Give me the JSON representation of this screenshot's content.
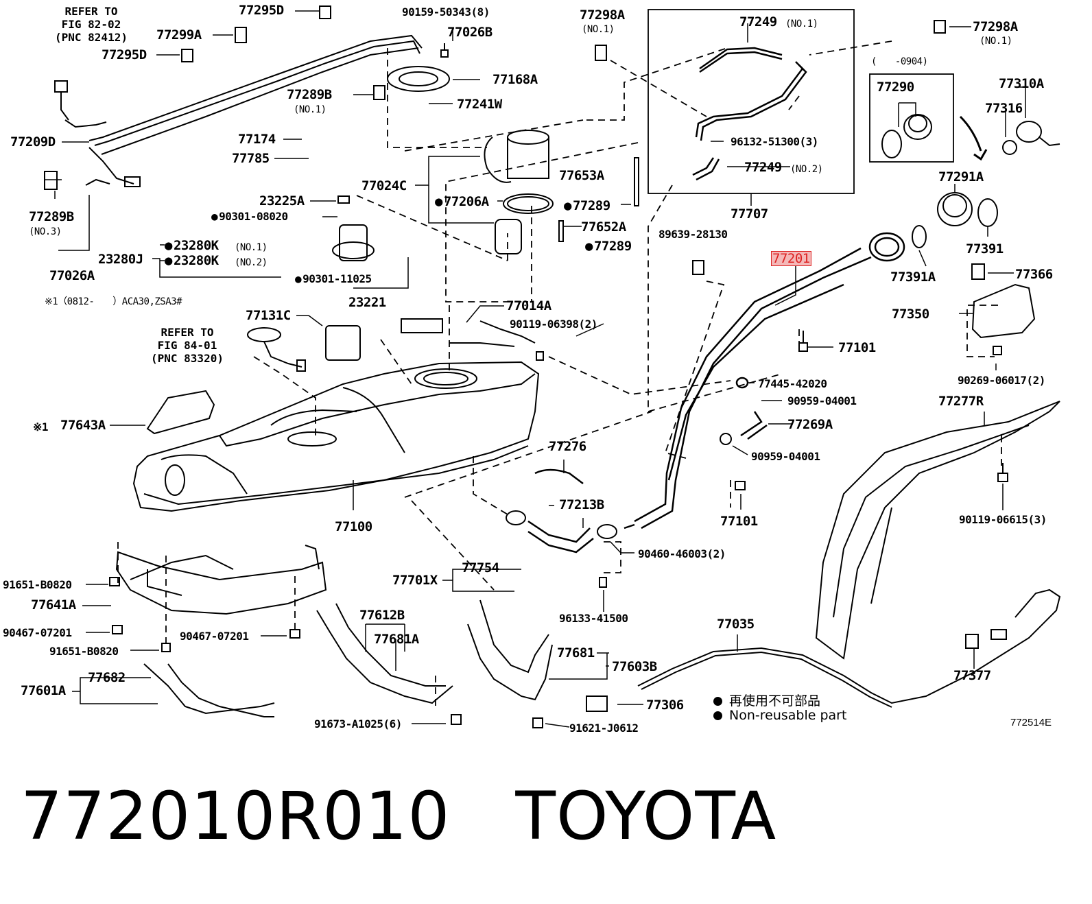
{
  "diagram": {
    "refs": {
      "ref1": [
        "REFER TO",
        "FIG 82-02",
        "(PNC 82412)"
      ],
      "ref2": [
        "REFER TO",
        "FIG 84-01",
        "(PNC 83320)"
      ]
    },
    "note": "※1（0812-　　）ACA30,ZSA3#",
    "labels": {
      "p77295D_a": "77295D",
      "p77299A": "77299A",
      "p77295D_b": "77295D",
      "p77209D": "77209D",
      "p77289B": "77289B",
      "p77289B_sub": "(NO.3)",
      "p77026A": "77026A",
      "p90159": "90159-50343(8)",
      "p77026B": "77026B",
      "p77168A": "77168A",
      "p77289B2": "77289B",
      "p77289B2_sub": "(NO.1)",
      "p77241W": "77241W",
      "p77174": "77174",
      "p77785": "77785",
      "p77024C": "77024C",
      "p77206A": "77206A",
      "p23225A": "23225A",
      "p90301_08020": "90301-08020",
      "p23280K_1": "23280K",
      "p23280K_1_sub": "(NO.1)",
      "p23280K_2": "23280K",
      "p23280K_2_sub": "(NO.2)",
      "p23280J": "23280J",
      "p90301_11025": "90301-11025",
      "p23221": "23221",
      "p77653A": "77653A",
      "p77289_a": "77289",
      "p77652A": "77652A",
      "p77289_b": "77289",
      "p77298A_a": "77298A",
      "p77298A_a_sub": "(NO.1)",
      "p77249_1": "77249",
      "p77249_1_sub": "(NO.1)",
      "p96132": "96132-51300(3)",
      "p77249_2": "77249",
      "p77249_2_sub": "(NO.2)",
      "p77707": "77707",
      "p77298A_b": "77298A",
      "p77298A_b_sub": "(NO.1)",
      "p0904": "(　　-0904)",
      "p77290": "77290",
      "p77310A": "77310A",
      "p77316": "77316",
      "p77291A": "77291A",
      "p77391": "77391",
      "p89639": "89639-28130",
      "p77201": "77201",
      "p77391A": "77391A",
      "p77366": "77366",
      "p77350": "77350",
      "p77101_a": "77101",
      "p90269": "90269-06017(2)",
      "p77131C": "77131C",
      "p77014A": "77014A",
      "p90119_06398": "90119-06398(2)",
      "p77445": "77445-42020",
      "p90959_a": "90959-04001",
      "p77277R": "77277R",
      "p77643A": "77643A",
      "p77643A_mark": "※1",
      "p77269A": "77269A",
      "p90959_b": "90959-04001",
      "p77276": "77276",
      "p77213B": "77213B",
      "p77101_b": "77101",
      "p90119_06615": "90119-06615(3)",
      "p77100": "77100",
      "p90460": "90460-46003(2)",
      "p91651_a": "91651-B0820",
      "p77641A": "77641A",
      "p90467_a": "90467-07201",
      "p90467_b": "90467-07201",
      "p91651_b": "91651-B0820",
      "p77701X": "77701X",
      "p77754": "77754",
      "p96133": "96133-41500",
      "p77612B": "77612B",
      "p77681A": "77681A",
      "p77035": "77035",
      "p77601A": "77601A",
      "p77682": "77682",
      "p77681": "77681",
      "p77603B": "77603B",
      "p77306": "77306",
      "p77377": "77377",
      "p91673": "91673-A1025(6)",
      "p91621": "91621-J0612"
    },
    "legend": {
      "jp": "再使用不可部品",
      "en": "Non-reusable part"
    },
    "figure_code": "772514E"
  },
  "footer": {
    "part_number": "772010R010",
    "brand": "TOYOTA"
  },
  "colors": {
    "highlight": "#d22222",
    "highlight_fill": "#f4b8b8"
  }
}
